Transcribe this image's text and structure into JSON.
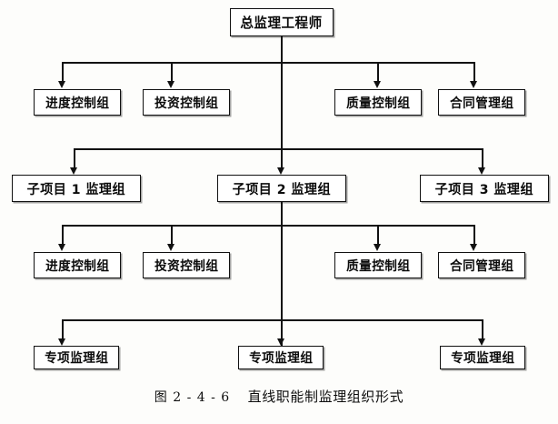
{
  "diagram": {
    "title_caption": {
      "figure_number": "图 2 - 4 - 6",
      "text": "直线职能制监理组织形式"
    },
    "levels": [
      {
        "name": "chief-supervisor",
        "nodes": [
          {
            "id": "root",
            "label": "总监理工程师"
          }
        ]
      },
      {
        "name": "functional-groups-top",
        "nodes": [
          {
            "id": "progress-top",
            "label": "进度控制组"
          },
          {
            "id": "investment-top",
            "label": "投资控制组"
          },
          {
            "id": "quality-top",
            "label": "质量控制组"
          },
          {
            "id": "contract-top",
            "label": "合同管理组"
          }
        ]
      },
      {
        "name": "sub-project-supervision-groups",
        "nodes": [
          {
            "id": "sub1",
            "label": "子项目 1 监理组"
          },
          {
            "id": "sub2",
            "label": "子项目 2 监理组"
          },
          {
            "id": "sub3",
            "label": "子项目 3 监理组"
          }
        ]
      },
      {
        "name": "functional-groups-bottom",
        "nodes": [
          {
            "id": "progress-bottom",
            "label": "进度控制组"
          },
          {
            "id": "investment-bottom",
            "label": "投资控制组"
          },
          {
            "id": "quality-bottom",
            "label": "质量控制组"
          },
          {
            "id": "contract-bottom",
            "label": "合同管理组"
          }
        ]
      },
      {
        "name": "special-supervision-groups",
        "nodes": [
          {
            "id": "special1",
            "label": "专项监理组"
          },
          {
            "id": "special2",
            "label": "专项监理组"
          },
          {
            "id": "special3",
            "label": "专项监理组"
          }
        ]
      }
    ],
    "colors": {
      "line": "#111111",
      "box_border": "#111111",
      "box_fill": "#ffffff",
      "text": "#0b0b0b",
      "background": "#fdfdfb"
    }
  }
}
